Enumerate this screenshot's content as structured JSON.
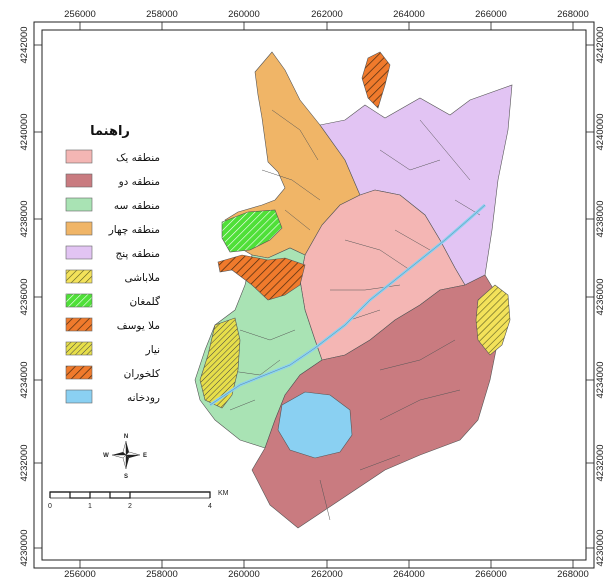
{
  "x_ticks": [
    "256000",
    "258000",
    "260000",
    "262000",
    "264000",
    "266000",
    "268000"
  ],
  "y_ticks": [
    "4242000",
    "4240000",
    "4238000",
    "4236000",
    "4234000",
    "4232000",
    "4230000"
  ],
  "legend": {
    "title": "راهنما",
    "items": [
      {
        "label": "منطقه یک",
        "color": "#f4b6b4",
        "pattern": false
      },
      {
        "label": "منطقه دو",
        "color": "#c97b80",
        "pattern": false
      },
      {
        "label": "منطقه سه",
        "color": "#a9e3b4",
        "pattern": false
      },
      {
        "label": "منطقه چهار",
        "color": "#f0b567",
        "pattern": false
      },
      {
        "label": "منطقه پنج",
        "color": "#e2c4f3",
        "pattern": false
      },
      {
        "label": "ملاباشی",
        "color": "#f3e25a",
        "pattern": true
      },
      {
        "label": "گلمغان",
        "color": "#4fe038",
        "pattern": true
      },
      {
        "label": "ملا یوسف",
        "color": "#f07a2c",
        "pattern": true
      },
      {
        "label": "نیار",
        "color": "#e6de4a",
        "pattern": true
      },
      {
        "label": "کلخوران",
        "color": "#f07a2c",
        "pattern": true
      },
      {
        "label": "رودخانه",
        "color": "#8ad0f2",
        "pattern": false
      }
    ]
  },
  "scale_bar": {
    "labels": [
      "0",
      "1",
      "2",
      "4"
    ],
    "unit": "KM"
  },
  "compass": {
    "n": "N",
    "s": "S",
    "e": "E",
    "w": "W"
  },
  "colors": {
    "zone1": "#f4b6b4",
    "zone2": "#c97b80",
    "zone3": "#a9e3b4",
    "zone4": "#f0b567",
    "zone5": "#e2c4f3",
    "mollabashi": "#f3e25a",
    "golmoghan": "#4fe038",
    "mollayousef": "#f07a2c",
    "niyar": "#e6de4a",
    "kalkhoran": "#f07a2c",
    "river": "#8ad0f2"
  }
}
